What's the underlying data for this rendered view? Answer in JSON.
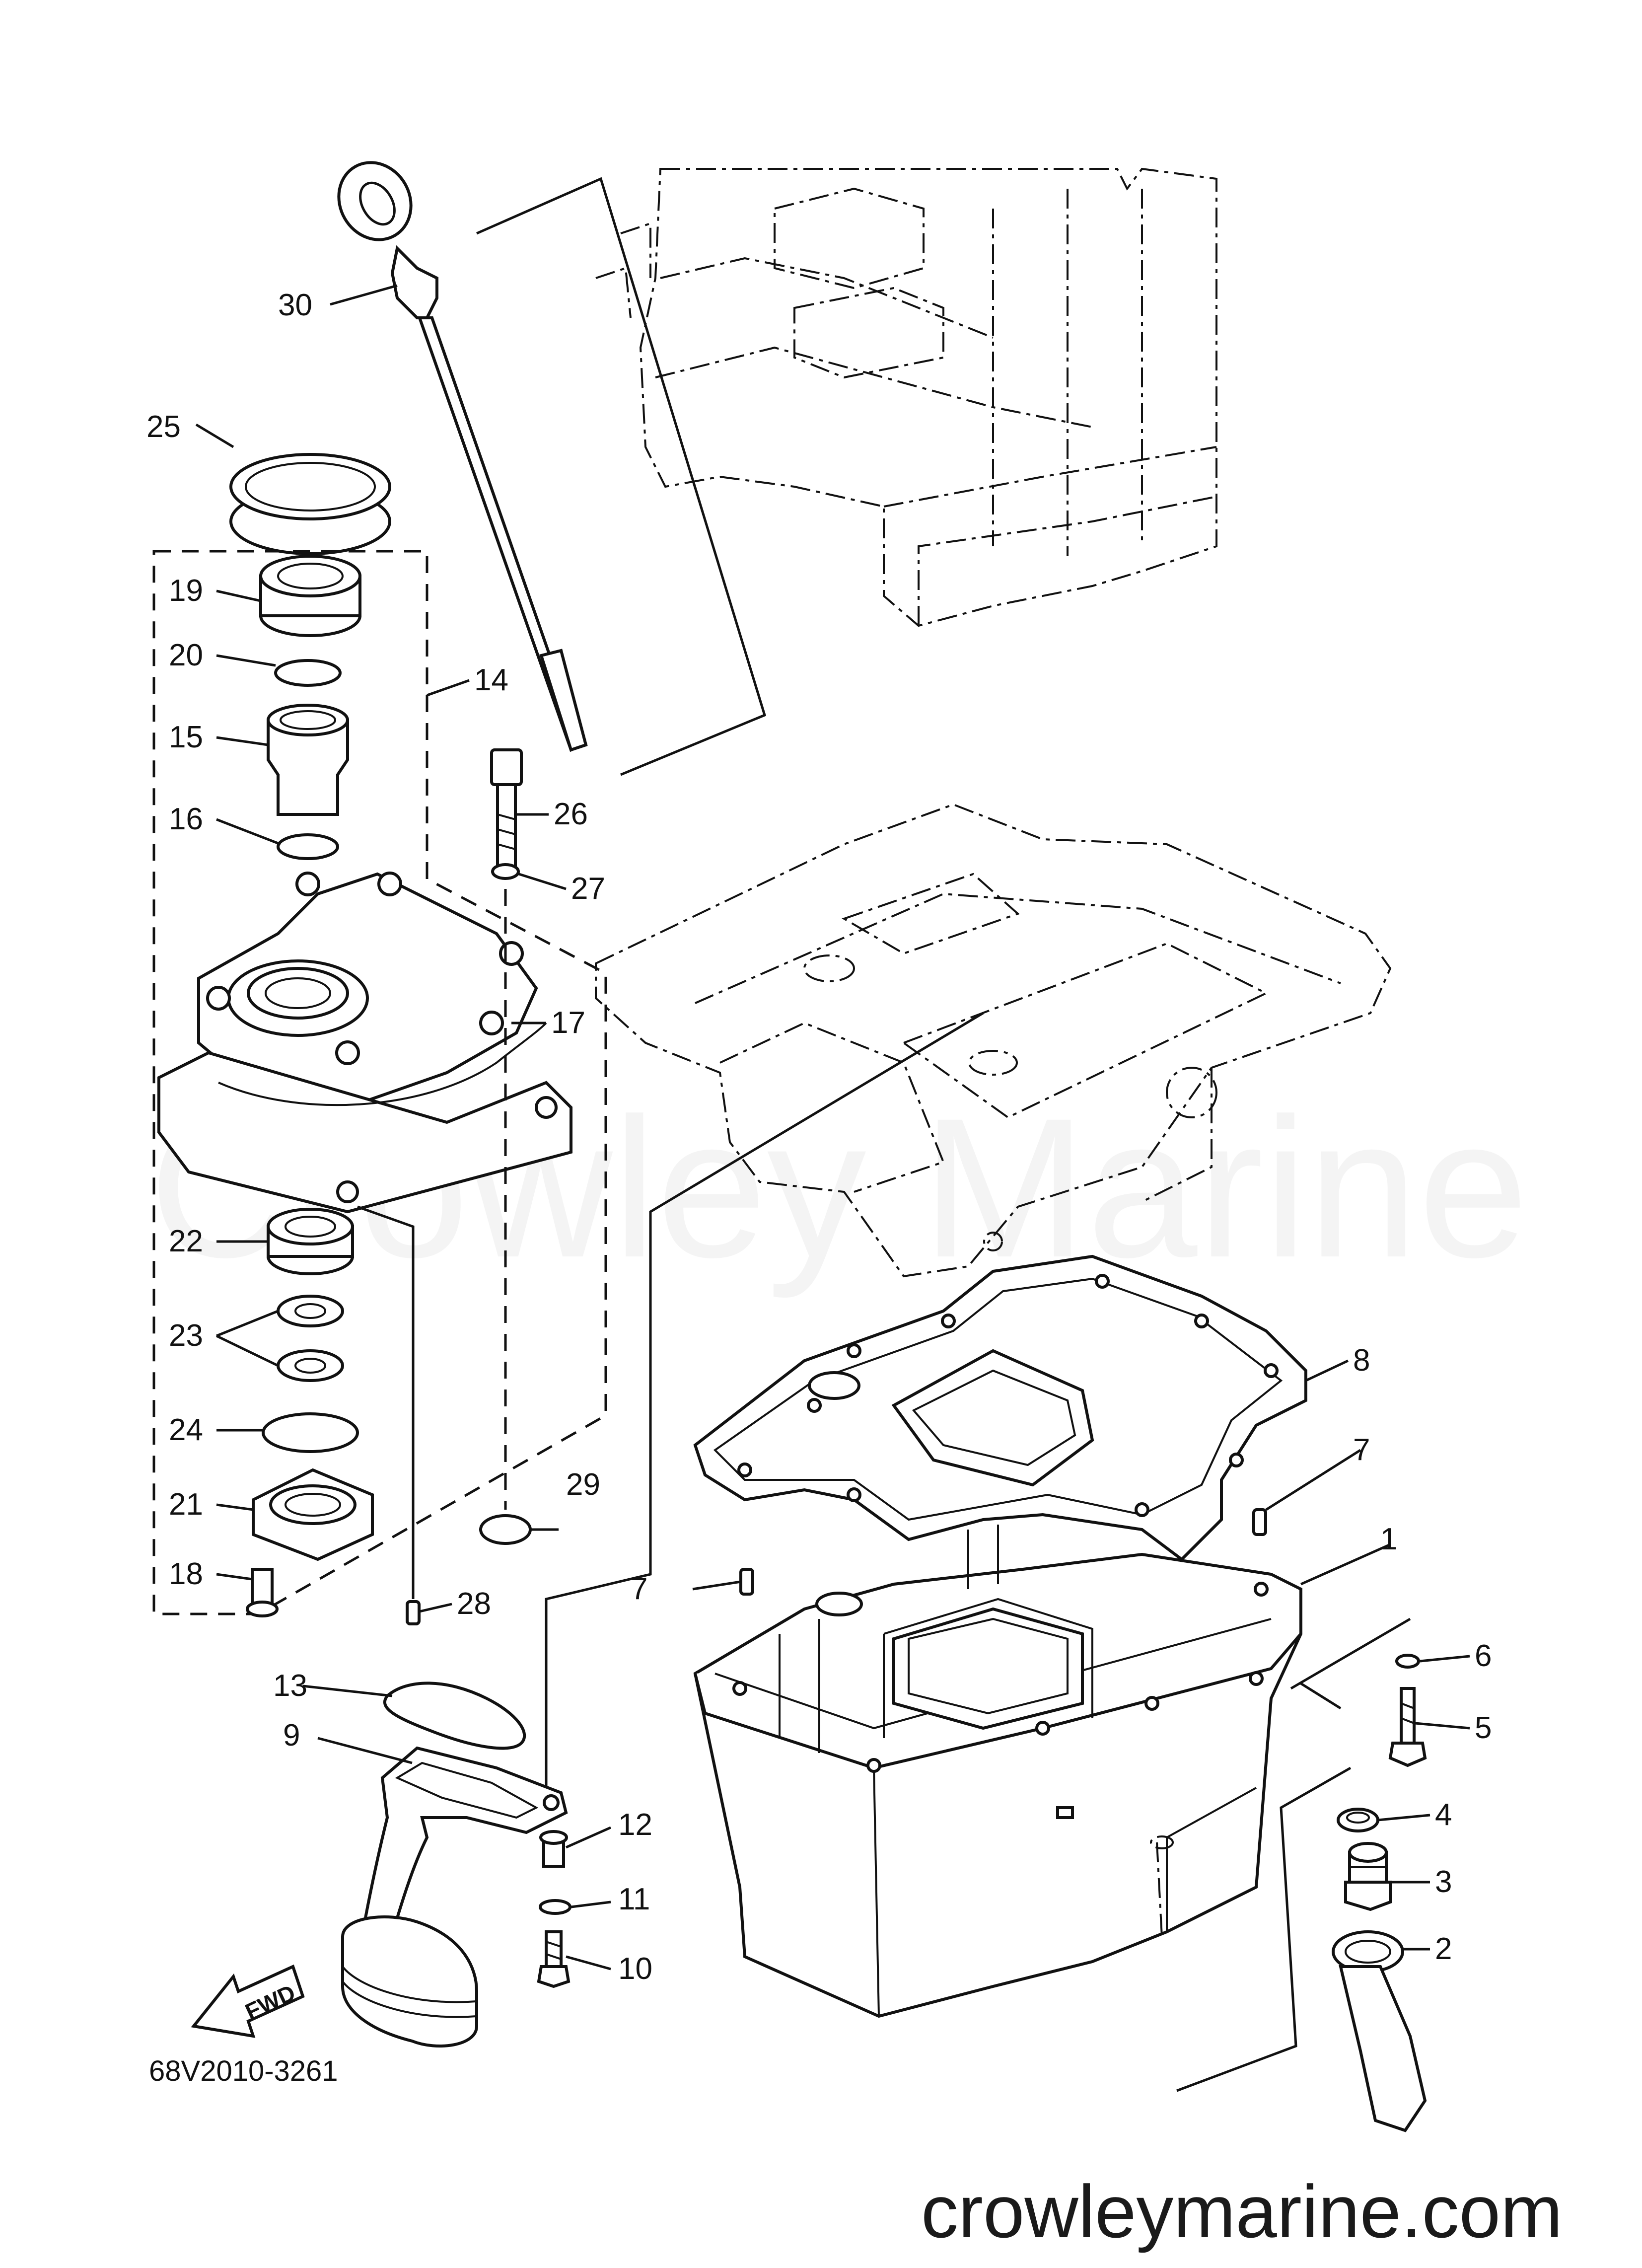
{
  "callouts": [
    {
      "id": "c1",
      "text": "1"
    },
    {
      "id": "c2",
      "text": "2"
    },
    {
      "id": "c3",
      "text": "3"
    },
    {
      "id": "c4",
      "text": "4"
    },
    {
      "id": "c5",
      "text": "5"
    },
    {
      "id": "c6",
      "text": "6"
    },
    {
      "id": "c7a",
      "text": "7"
    },
    {
      "id": "c7b",
      "text": "7"
    },
    {
      "id": "c8",
      "text": "8"
    },
    {
      "id": "c9",
      "text": "9"
    },
    {
      "id": "c10",
      "text": "10"
    },
    {
      "id": "c11",
      "text": "11"
    },
    {
      "id": "c12",
      "text": "12"
    },
    {
      "id": "c13",
      "text": "13"
    },
    {
      "id": "c14",
      "text": "14"
    },
    {
      "id": "c15",
      "text": "15"
    },
    {
      "id": "c16",
      "text": "16"
    },
    {
      "id": "c17",
      "text": "17"
    },
    {
      "id": "c18",
      "text": "18"
    },
    {
      "id": "c19",
      "text": "19"
    },
    {
      "id": "c20",
      "text": "20"
    },
    {
      "id": "c21",
      "text": "21"
    },
    {
      "id": "c22",
      "text": "22"
    },
    {
      "id": "c23",
      "text": "23"
    },
    {
      "id": "c24",
      "text": "24"
    },
    {
      "id": "c25",
      "text": "25"
    },
    {
      "id": "c26",
      "text": "26"
    },
    {
      "id": "c27",
      "text": "27"
    },
    {
      "id": "c28",
      "text": "28"
    },
    {
      "id": "c29",
      "text": "29"
    },
    {
      "id": "c30",
      "text": "30"
    }
  ],
  "fwd_label": "FWD",
  "diagram_code": "68V2010-3261",
  "watermark": "Crowley Marine",
  "website": "crowleymarine.com"
}
